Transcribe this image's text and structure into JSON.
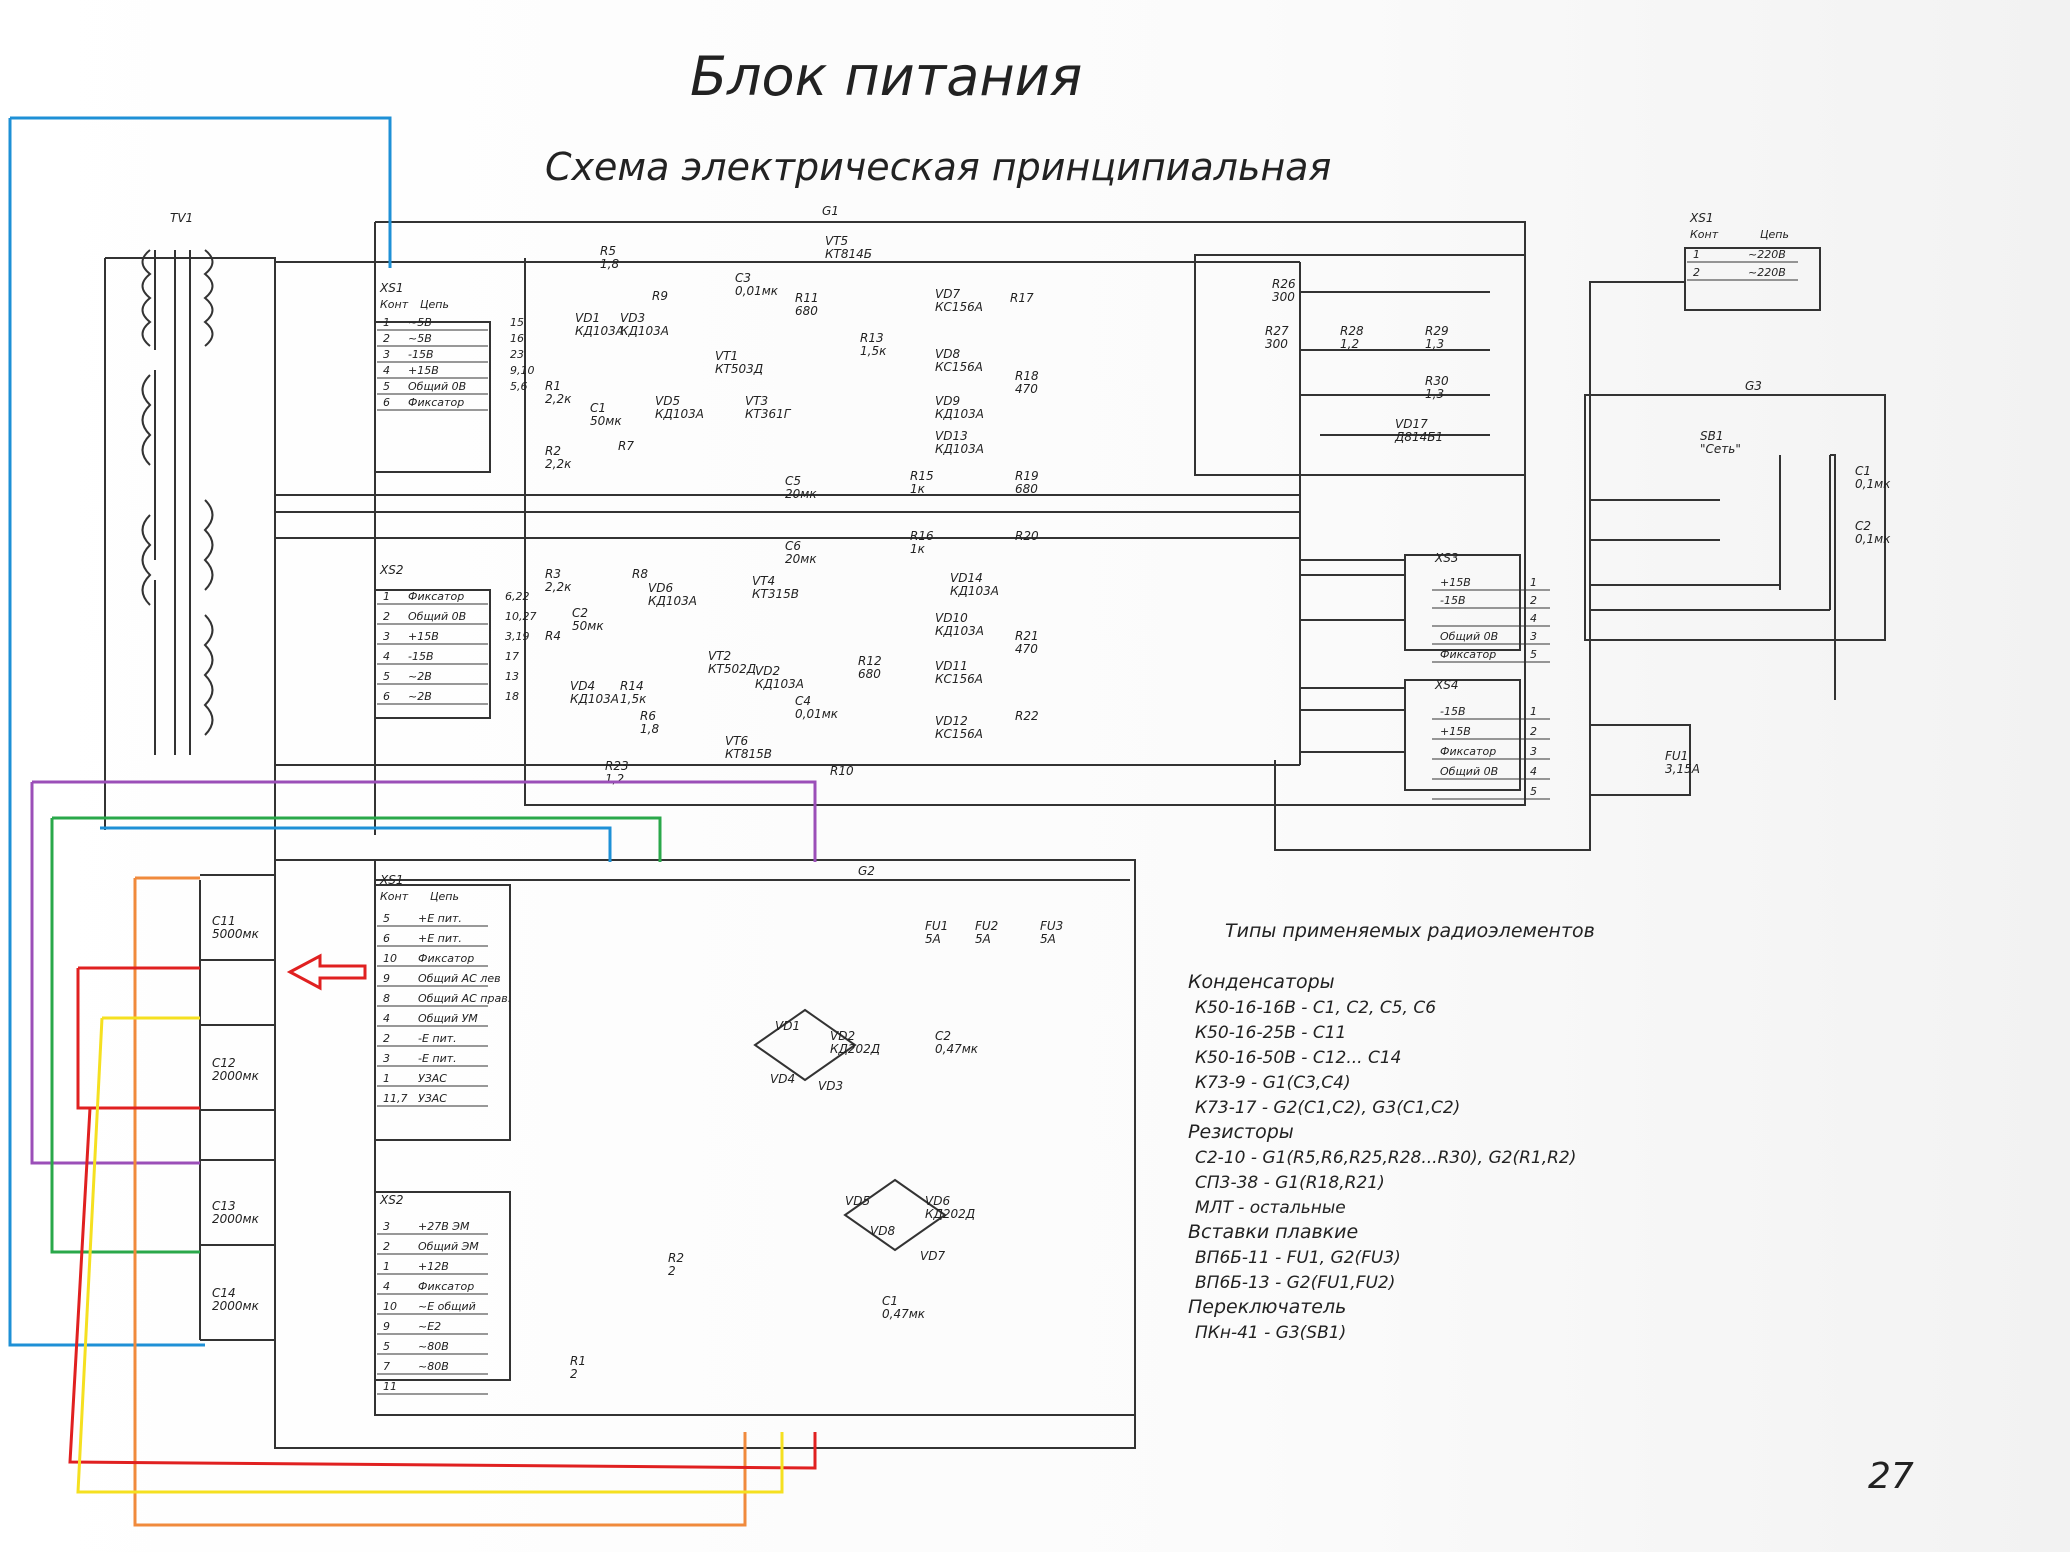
{
  "header": {
    "title": "Блок питания",
    "subtitle": "Схема электрическая принципиальная"
  },
  "blocks": {
    "transformer": "TV1",
    "g1": "G1",
    "g2": "G2",
    "g3": "G3"
  },
  "connectors": {
    "g1_xs1": {
      "name": "XS1",
      "col_kont": "Конт",
      "col_chain": "Цепь",
      "rows": [
        {
          "n": "1",
          "c": "~5В",
          "w": "15"
        },
        {
          "n": "2",
          "c": "~5В",
          "w": "16"
        },
        {
          "n": "3",
          "c": "-15В",
          "w": "23"
        },
        {
          "n": "4",
          "c": "+15В",
          "w": "9,10"
        },
        {
          "n": "5",
          "c": "Общий 0В",
          "w": "5,6"
        },
        {
          "n": "6",
          "c": "Фиксатор",
          "w": ""
        }
      ]
    },
    "g1_xs2": {
      "name": "XS2",
      "rows": [
        {
          "n": "1",
          "c": "Фиксатор",
          "w": "6,22"
        },
        {
          "n": "2",
          "c": "Общий 0В",
          "w": "10,27"
        },
        {
          "n": "3",
          "c": "+15В",
          "w": "3,19"
        },
        {
          "n": "4",
          "c": "-15В",
          "w": "17"
        },
        {
          "n": "5",
          "c": "~2В",
          "w": "13"
        },
        {
          "n": "6",
          "c": "~2В",
          "w": "18"
        }
      ]
    },
    "xs3": {
      "name": "XS3",
      "rows": [
        {
          "c": "+15В",
          "n": "1"
        },
        {
          "c": "-15В",
          "n": "2"
        },
        {
          "c": "",
          "n": "4"
        },
        {
          "c": "Общий 0В",
          "n": "3"
        },
        {
          "c": "Фиксатор",
          "n": "5"
        }
      ]
    },
    "xs4": {
      "name": "XS4",
      "rows": [
        {
          "c": "-15В",
          "n": "1"
        },
        {
          "c": "+15В",
          "n": "2"
        },
        {
          "c": "Фиксатор",
          "n": "3"
        },
        {
          "c": "Общий 0В",
          "n": "4"
        },
        {
          "c": "",
          "n": "5"
        }
      ]
    },
    "xs1_mains": {
      "name": "XS1",
      "col_kont": "Конт",
      "col_chain": "Цепь",
      "rows": [
        {
          "n": "1",
          "c": "~220В"
        },
        {
          "n": "2",
          "c": "~220В"
        }
      ]
    },
    "g2_xs1": {
      "name": "XS1",
      "col_kont": "Конт",
      "col_chain": "Цепь",
      "rows": [
        {
          "n": "5",
          "c": "+E пит."
        },
        {
          "n": "6",
          "c": "+E пит."
        },
        {
          "n": "10",
          "c": "Фиксатор"
        },
        {
          "n": "9",
          "c": "Общий АС лев"
        },
        {
          "n": "8",
          "c": "Общий АС прав."
        },
        {
          "n": "4",
          "c": "Общий УМ"
        },
        {
          "n": "2",
          "c": "-E пит."
        },
        {
          "n": "3",
          "c": "-E пит."
        },
        {
          "n": "1",
          "c": "УЗАС"
        },
        {
          "n": "11,7",
          "c": "УЗАС"
        }
      ]
    },
    "g2_xs2": {
      "name": "XS2",
      "rows": [
        {
          "n": "3",
          "c": "+27В ЭМ"
        },
        {
          "n": "2",
          "c": "Общий ЭМ"
        },
        {
          "n": "1",
          "c": "+12В"
        },
        {
          "n": "4",
          "c": "Фиксатор"
        },
        {
          "n": "10",
          "c": "~E общий"
        },
        {
          "n": "9",
          "c": "~E2"
        },
        {
          "n": "5",
          "c": "~80В"
        },
        {
          "n": "7",
          "c": "~80В"
        },
        {
          "n": "11",
          "c": ""
        }
      ]
    }
  },
  "components": [
    {
      "ref": "R5",
      "val": "1,8"
    },
    {
      "ref": "VT5",
      "val": "КТ814Б"
    },
    {
      "ref": "C3",
      "val": "0,01мк"
    },
    {
      "ref": "R11",
      "val": "680"
    },
    {
      "ref": "R13",
      "val": "1,5к"
    },
    {
      "ref": "VT1",
      "val": "КТ503Д"
    },
    {
      "ref": "VT3",
      "val": "КТ361Г"
    },
    {
      "ref": "VD1",
      "val": "КД103А"
    },
    {
      "ref": "VD3",
      "val": "КД103А"
    },
    {
      "ref": "VD5",
      "val": "КД103А"
    },
    {
      "ref": "C1",
      "val": "50мк"
    },
    {
      "ref": "R1",
      "val": "2,2к"
    },
    {
      "ref": "R2",
      "val": "2,2к"
    },
    {
      "ref": "R7",
      "val": ""
    },
    {
      "ref": "R9",
      "val": ""
    },
    {
      "ref": "VD7",
      "val": "КС156А"
    },
    {
      "ref": "VD8",
      "val": "КС156А"
    },
    {
      "ref": "VD9",
      "val": "КД103А"
    },
    {
      "ref": "VD13",
      "val": "КД103А"
    },
    {
      "ref": "R17",
      "val": ""
    },
    {
      "ref": "R18",
      "val": "470"
    },
    {
      "ref": "R19",
      "val": "680"
    },
    {
      "ref": "R15",
      "val": "1к"
    },
    {
      "ref": "C5",
      "val": "20мк"
    },
    {
      "ref": "C6",
      "val": "20мк"
    },
    {
      "ref": "R16",
      "val": "1к"
    },
    {
      "ref": "R20",
      "val": ""
    },
    {
      "ref": "VD14",
      "val": "КД103А"
    },
    {
      "ref": "VD10",
      "val": "КД103А"
    },
    {
      "ref": "VD11",
      "val": "КС156А"
    },
    {
      "ref": "VD12",
      "val": "КС156А"
    },
    {
      "ref": "R21",
      "val": "470"
    },
    {
      "ref": "R22",
      "val": ""
    },
    {
      "ref": "R3",
      "val": "2,2к"
    },
    {
      "ref": "R4",
      "val": ""
    },
    {
      "ref": "R8",
      "val": ""
    },
    {
      "ref": "C2",
      "val": "50мк"
    },
    {
      "ref": "VD6",
      "val": "КД103А"
    },
    {
      "ref": "VT4",
      "val": "КТ315В"
    },
    {
      "ref": "VT2",
      "val": "КТ502Д"
    },
    {
      "ref": "VD2",
      "val": "КД103А"
    },
    {
      "ref": "VD4",
      "val": "КД103А"
    },
    {
      "ref": "R14",
      "val": "1,5к"
    },
    {
      "ref": "R12",
      "val": "680"
    },
    {
      "ref": "C4",
      "val": "0,01мк"
    },
    {
      "ref": "VT6",
      "val": "КТ815В"
    },
    {
      "ref": "R10",
      "val": ""
    },
    {
      "ref": "R6",
      "val": "1,8"
    },
    {
      "ref": "R23",
      "val": "1,2"
    },
    {
      "ref": "R26",
      "val": "300"
    },
    {
      "ref": "R27",
      "val": "300"
    },
    {
      "ref": "R28",
      "val": "1,2"
    },
    {
      "ref": "R29",
      "val": "1,3"
    },
    {
      "ref": "R30",
      "val": "1,3"
    },
    {
      "ref": "VD17",
      "val": "Д814Б1"
    },
    {
      "ref": "SB1",
      "val": "\"Сеть\""
    },
    {
      "ref": "C1",
      "val": "0,1мк"
    },
    {
      "ref": "C2",
      "val": "0,1мк"
    },
    {
      "ref": "FU1",
      "val": "3,15А"
    },
    {
      "ref": "C11",
      "val": "5000мк"
    },
    {
      "ref": "C12",
      "val": "2000мк"
    },
    {
      "ref": "C13",
      "val": "2000мк"
    },
    {
      "ref": "C14",
      "val": "2000мк"
    },
    {
      "ref": "FU1",
      "val": "5А"
    },
    {
      "ref": "FU2",
      "val": "5А"
    },
    {
      "ref": "FU3",
      "val": "5А"
    },
    {
      "ref": "VD1",
      "val": ""
    },
    {
      "ref": "VD2",
      "val": "КД202Д"
    },
    {
      "ref": "VD3",
      "val": ""
    },
    {
      "ref": "VD4",
      "val": ""
    },
    {
      "ref": "C2",
      "val": "0,47мк"
    },
    {
      "ref": "R2",
      "val": "2"
    },
    {
      "ref": "R1",
      "val": "2"
    },
    {
      "ref": "VD5",
      "val": ""
    },
    {
      "ref": "VD6",
      "val": "КД202Д"
    },
    {
      "ref": "VD7",
      "val": ""
    },
    {
      "ref": "VD8",
      "val": ""
    },
    {
      "ref": "C1",
      "val": "0,47мк"
    }
  ],
  "legend": {
    "title": "Типы применяемых радиоэлементов",
    "lines": [
      {
        "t": "Конденсаторы",
        "h": true
      },
      {
        "t": "К50-16-16В - С1, С2, С5, С6",
        "h": false
      },
      {
        "t": "К50-16-25В - С11",
        "h": false
      },
      {
        "t": "К50-16-50В - С12... С14",
        "h": false
      },
      {
        "t": "К73-9 - G1(С3,С4)",
        "h": false
      },
      {
        "t": "К73-17 - G2(С1,С2), G3(С1,С2)",
        "h": false
      },
      {
        "t": "Резисторы",
        "h": true
      },
      {
        "t": "С2-10 - G1(R5,R6,R25,R28...R30), G2(R1,R2)",
        "h": false
      },
      {
        "t": "СП3-38 - G1(R18,R21)",
        "h": false
      },
      {
        "t": "МЛТ - остальные",
        "h": false
      },
      {
        "t": "Вставки плавкие",
        "h": true
      },
      {
        "t": "ВП6Б-11 - FU1, G2(FU3)",
        "h": false
      },
      {
        "t": "ВП6Б-13 - G2(FU1,FU2)",
        "h": false
      },
      {
        "t": "Переключатель",
        "h": true
      },
      {
        "t": "ПКн-41 - G3(SB1)",
        "h": false
      }
    ]
  },
  "page_number": "27",
  "overlay_colors": {
    "blue": "#1e90d6",
    "purple": "#9b4fb8",
    "green": "#2aa84a",
    "orange": "#f08a3c",
    "red": "#e02020",
    "yellow": "#f5e020"
  }
}
